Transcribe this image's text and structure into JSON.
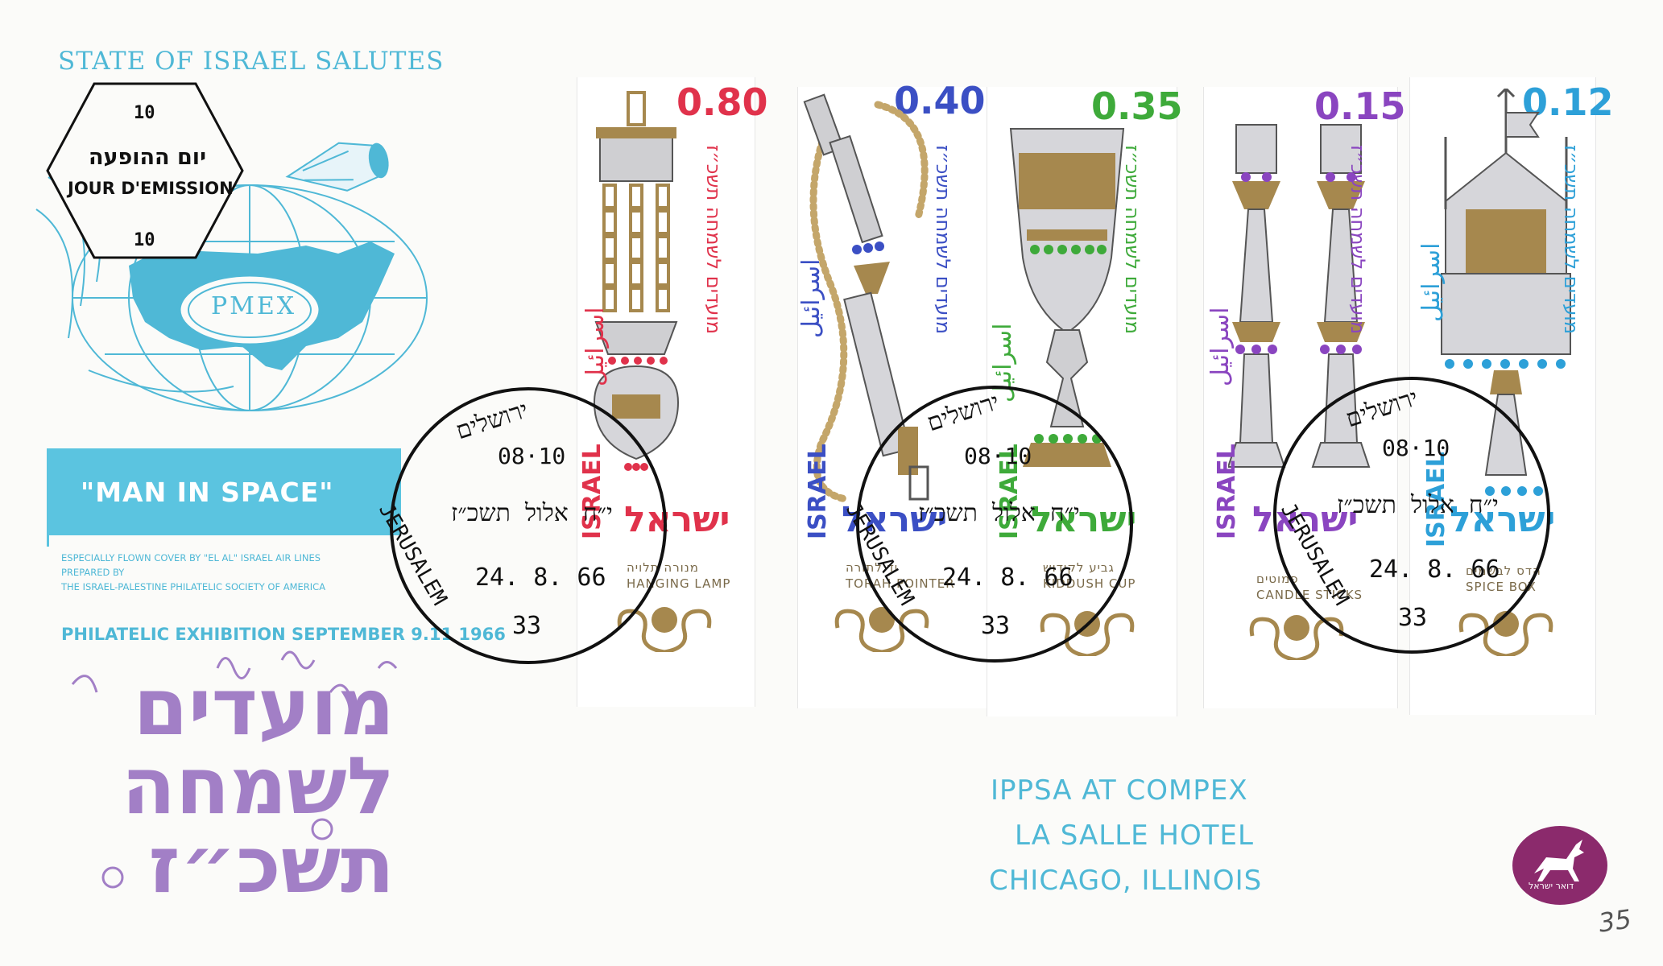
{
  "cover": {
    "heading": "STATE OF ISRAEL SALUTES",
    "cachet_hebrew": "יום ההופעה",
    "cachet_french": "JOUR D'EMISSION",
    "cachet_top": "10",
    "cachet_bottom": "10",
    "pmex_logo": "PMEX",
    "banner": "\"MAN IN SPACE\"",
    "fine_print_1": "ESPECIALLY FLOWN COVER BY \"EL AL\" ISRAEL AIR LINES",
    "fine_print_2": "PREPARED BY",
    "fine_print_3": "THE ISRAEL-PALESTINE PHILATELIC SOCIETY OF AMERICA",
    "exhibition": "PHILATELIC EXHIBITION SEPTEMBER 9.11 1966",
    "festival_line_1": "מועדים",
    "festival_line_2": "לשמחה",
    "festival_line_3": "תשכ״ז",
    "address_1": "IPPSA AT COMPEX",
    "address_2": "LA SALLE HOTEL",
    "address_3": "CHICAGO, ILLINOIS",
    "postal_logo_text": "דואר ישראל",
    "pencil_note": "35",
    "colors": {
      "cyan": "#4fb8d6",
      "purple": "#a27fc6",
      "gold": "#a6884e"
    }
  },
  "stamps": [
    {
      "denomination": "0.80",
      "latin": "ISRAEL",
      "arabic": "اسرائيل",
      "hebrew": "ישראל",
      "side_text": "מועדים לשמחה תשכ״ז",
      "tab": "HANGING LAMP",
      "tab_hebrew": "מנורה תלויה",
      "color": "#e0324b",
      "icon": "hanging-lamp-icon"
    },
    {
      "denomination": "0.40",
      "latin": "ISRAEL",
      "arabic": "اسرائيل",
      "hebrew": "ישראל",
      "side_text": "מועדים לשמחה תשכ״ז",
      "tab": "TORAH POINTER",
      "tab_hebrew": "יד לתורה",
      "color": "#3b4fc4",
      "icon": "torah-pointer-icon"
    },
    {
      "denomination": "0.35",
      "latin": "ISRAEL",
      "arabic": "اسرائيل",
      "hebrew": "ישראל",
      "side_text": "מועדים לשמחה תשכ״ז",
      "tab": "KIDDUSH CUP",
      "tab_hebrew": "גביע לקידוש",
      "color": "#3eaa3a",
      "icon": "kiddush-cup-icon"
    },
    {
      "denomination": "0.15",
      "latin": "ISRAEL",
      "arabic": "اسرائيل",
      "hebrew": "ישראל",
      "side_text": "מועדים לשמחה תשכ״ז",
      "tab": "CANDLE STICKS",
      "tab_hebrew": "פמוטים",
      "color": "#8a45c0",
      "icon": "candle-sticks-icon"
    },
    {
      "denomination": "0.12",
      "latin": "ISRAEL",
      "arabic": "اسرائيل",
      "hebrew": "ישראל",
      "side_text": "מועדים לשמחה תשכ״ז",
      "tab": "SPICE BOX",
      "tab_hebrew": "הדס לבשמים",
      "color": "#2da0d8",
      "icon": "spice-box-icon"
    }
  ],
  "postmarks": [
    {
      "city_hebrew": "ירושלים",
      "time": "08·10",
      "date_hebrew": "י״ח אלול תשכ״ז",
      "date": "24. 8. 66",
      "city": "JERUSALEM",
      "number": "33"
    },
    {
      "city_hebrew": "ירושלים",
      "time": "08·10",
      "date_hebrew": "י״ח אלול תשכ״ז",
      "date": "24. 8. 66",
      "city": "JERUSALEM",
      "number": "33"
    },
    {
      "city_hebrew": "ירושלים",
      "time": "08·10",
      "date_hebrew": "י״ח אלול תשכ״ז",
      "date": "24. 8. 66",
      "city": "JERUSALEM",
      "number": "33"
    }
  ]
}
